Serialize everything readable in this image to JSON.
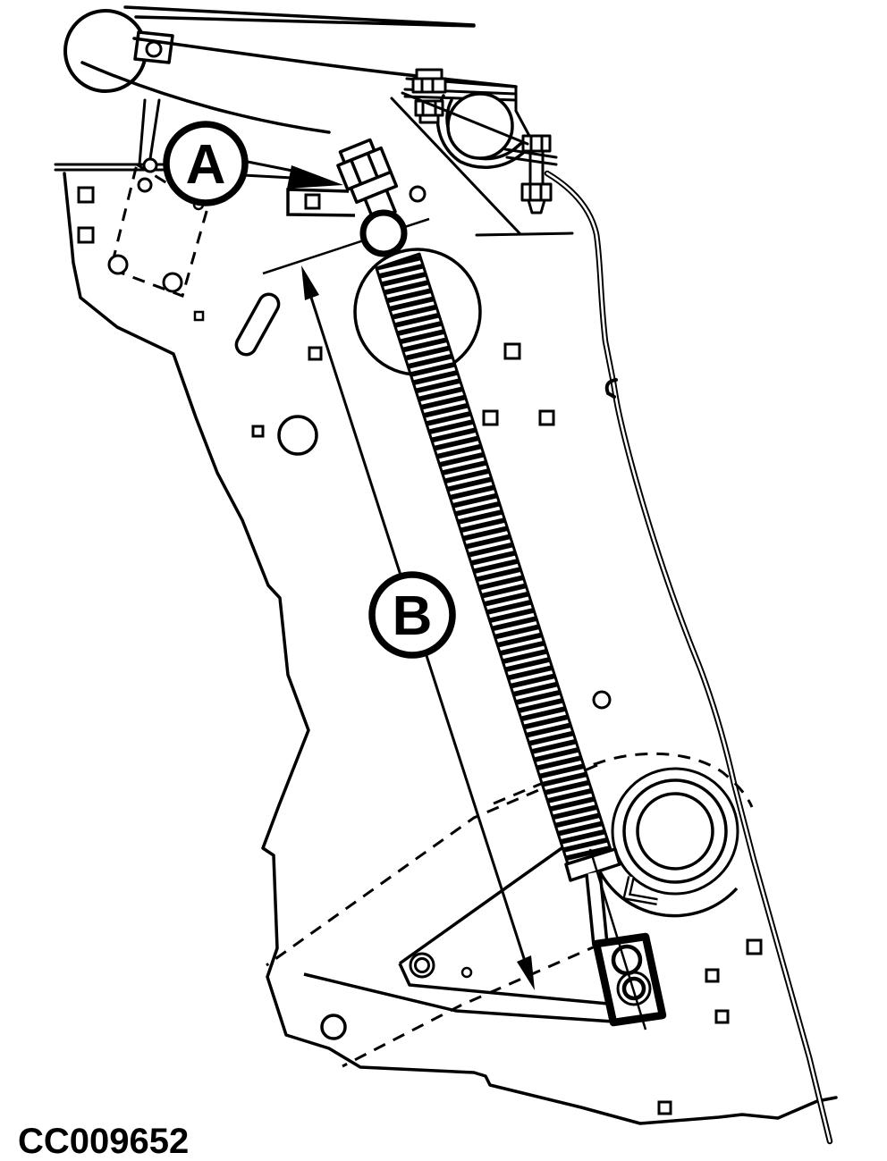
{
  "figure": {
    "caption": "CC009652",
    "callout_a": "A",
    "callout_b": "B",
    "colors": {
      "ink": "#000000",
      "paper": "#ffffff"
    }
  }
}
